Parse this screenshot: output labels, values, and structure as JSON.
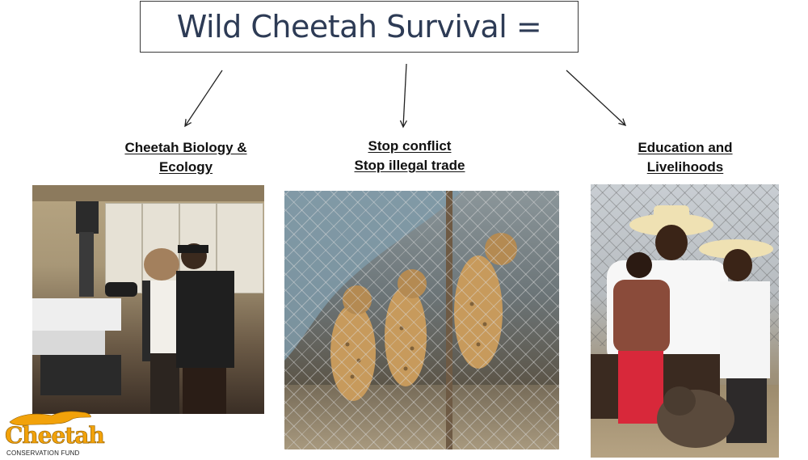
{
  "title": "Wild Cheetah Survival =",
  "branches": [
    {
      "lines": [
        "Cheetah Biology &",
        "Ecology"
      ]
    },
    {
      "lines": [
        "Stop conflict",
        "Stop illegal trade"
      ]
    },
    {
      "lines": [
        "Education and",
        "Livelihoods"
      ]
    }
  ],
  "logo": {
    "wordmark": "Cheetah",
    "subtitle": "CONSERVATION FUND"
  },
  "colors": {
    "title": "#2d3b55",
    "logo": "#f2a20a",
    "box_border": "#3a3a3a"
  }
}
